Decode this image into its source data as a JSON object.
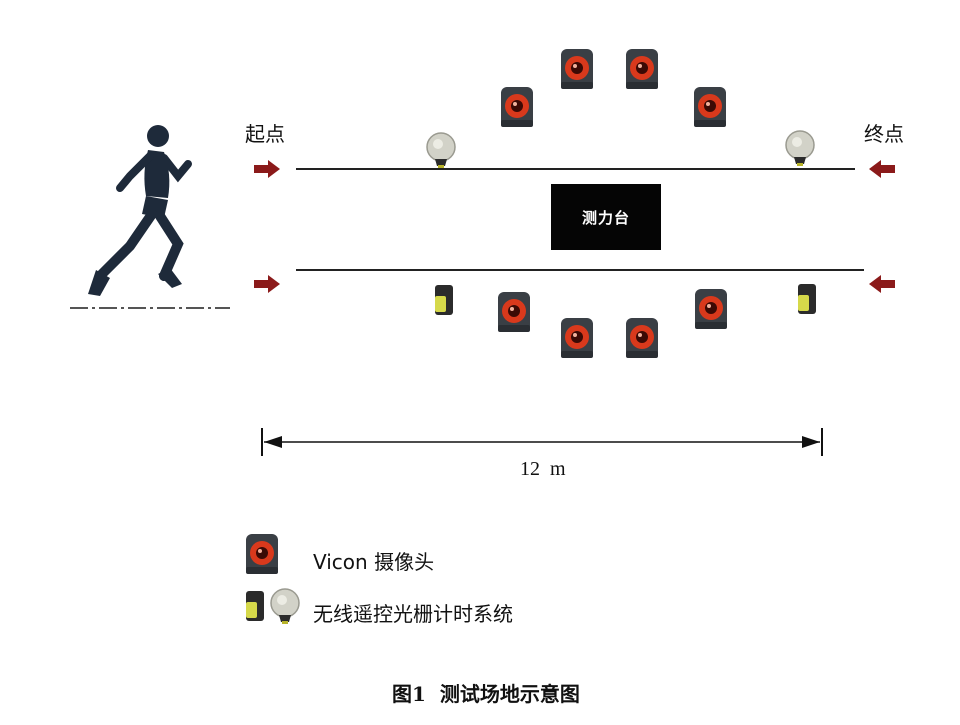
{
  "labels": {
    "start": "起点",
    "finish": "终点",
    "force_platform": "测力台",
    "distance": "12  m"
  },
  "legend": {
    "camera": "Vicon 摄像头",
    "timing": "无线遥控光栅计时系统"
  },
  "caption": "图1  测试场地示意图",
  "icons": {
    "runner": "runner-icon",
    "camera": "vicon-camera-icon",
    "timing_emitter": "timing-gate-emitter-icon",
    "timing_receiver": "timing-gate-receiver-icon",
    "arrow": "direction-arrow-icon"
  },
  "colors": {
    "arrow": "#8b1a1a",
    "camera_body": "#3a3f45",
    "camera_lens": "#d9391c",
    "force_platform": "#050505",
    "emitter": "#d6d94a",
    "receiver": "#d2d2c8"
  }
}
